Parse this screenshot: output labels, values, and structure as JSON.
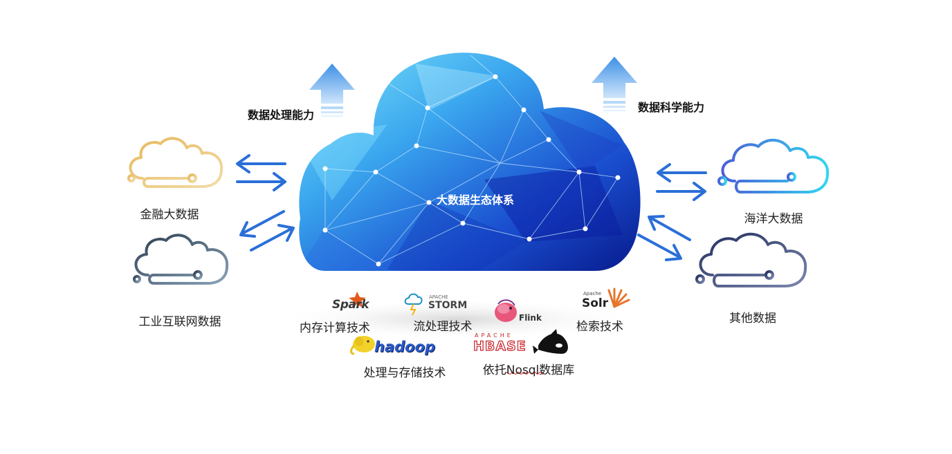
{
  "center": {
    "title": "大数据生态体系"
  },
  "captions": {
    "left": "数据处理能力",
    "right": "数据科学能力"
  },
  "sources": {
    "finance": "金融大数据",
    "industrial": "工业互联网数据",
    "ocean": "海洋大数据",
    "other": "其他数据"
  },
  "techs": {
    "memory": "内存计算技术",
    "stream": "流处理技术",
    "search": "检索技术",
    "storage": "处理与存储技术",
    "nosql": "依托Nosql数据库"
  },
  "logos": {
    "spark": "Spark",
    "storm_top": "APACHE",
    "storm": "STORM",
    "flink": "Flink",
    "solr_top": "Apache",
    "solr": "Solr",
    "hadoop": "hadoop",
    "hbase_top": "APACHE",
    "hbase": "HBASE"
  },
  "colors": {
    "arrow": "#2a6fd8",
    "cloud_light": "#5fd6f5",
    "cloud_dark": "#0a1f9e",
    "gold": "#e6c07a",
    "slate": "#4a5e72",
    "cyan": "#32c8ee",
    "navy": "#3a4a78"
  }
}
